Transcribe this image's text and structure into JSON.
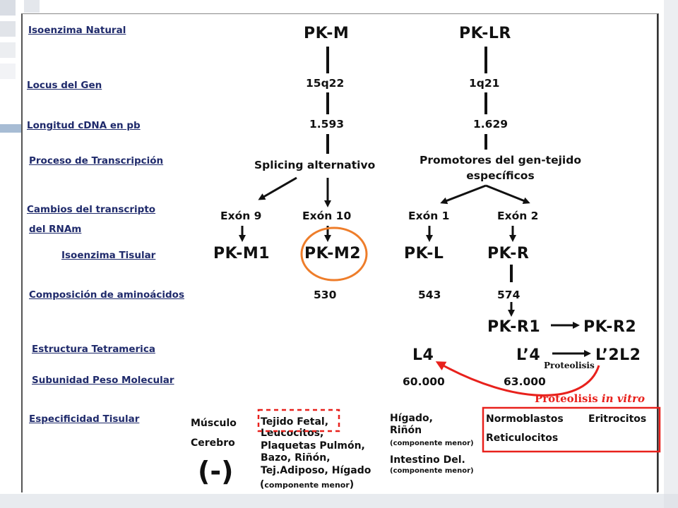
{
  "row_labels": [
    "Isoenzima Natural",
    "Locus del Gen",
    "Longitud cDNA en pb",
    "Proceso de Transcripción",
    "Cambios del transcripto",
    "del RNAm",
    "Isoenzima Tisular",
    "Composición de aminoácidos",
    "Estructura Tetramerica",
    "Subunidad Peso Molecular",
    "Especificidad Tisular"
  ],
  "pkm": {
    "name": "PK-M",
    "locus": "15q22",
    "cdna": "1.593",
    "process": "Splicing alternativo",
    "exon_a": "Exón 9",
    "exon_b": "Exón 10",
    "iso_a": "PK-M1",
    "iso_b": "PK-M2",
    "aa_b": "530"
  },
  "pklr": {
    "name": "PK-LR",
    "locus": "1q21",
    "cdna": "1.629",
    "process": "Promotores del gen-tejido\nespecíficos",
    "exon_a": "Exón 1",
    "exon_b": "Exón 2",
    "iso_a": "PK-L",
    "iso_b": "PK-R",
    "aa_a": "543",
    "aa_b": "574",
    "r1": "PK-R1",
    "r2": "PK-R2",
    "tet_a": "L4",
    "tet_b": "L’4",
    "tet_c": "L’2L2",
    "proteolisis": "Proteolisis",
    "mw_a": "60.000",
    "mw_b": "63.000",
    "proteolisis_vitro_1": "Proteolisis ",
    "proteolisis_vitro_2": "in vitro"
  },
  "tissue": {
    "pkm1": "Músculo\n\nCerebro",
    "pkm2_line1": "Tejido Fetal,",
    "pkm2_rest": "Leucocitos,\nPlaquetas Pulmón,\nBazo, Riñón,\nTej.Adiposo, Hígado",
    "pkm2_paren_open": "(",
    "pkm2_minor": "componente menor",
    "pkm2_paren_close": ")",
    "pkl_1": "Hígado,\nRiñón",
    "pkl_minor_1": "(componente menor)",
    "pkl_2": "Intestino Del.",
    "pkl_minor_2": "(componente menor)",
    "pkr_a": "Normoblastos",
    "pkr_b": "Eritrocitos",
    "pkr_c": "Reticulocitos"
  },
  "minus_sign": "(-)",
  "colors": {
    "orange": "#ee7d2a",
    "red": "#e8211c",
    "label_blue": "#1f2a6b"
  }
}
